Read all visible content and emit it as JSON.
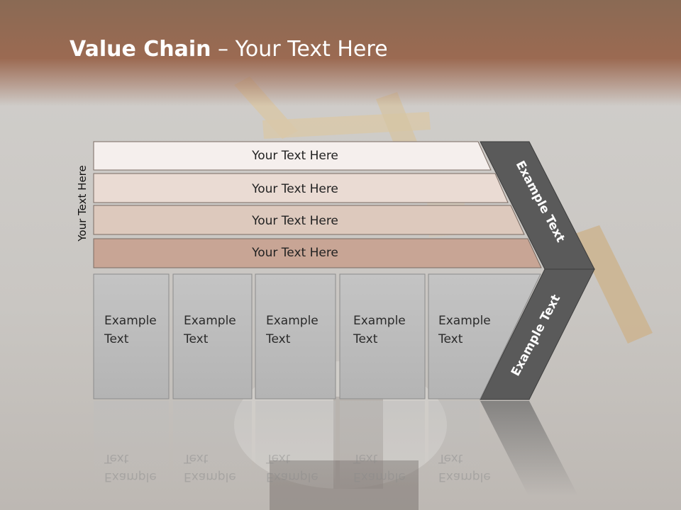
{
  "slide": {
    "title_bold": "Value Chain",
    "title_rest": " – Your Text Here",
    "side_label": "Your Text Here",
    "bands": [
      {
        "label": "Your Text Here"
      },
      {
        "label": "Your Text Here"
      },
      {
        "label": "Your Text Here"
      },
      {
        "label": "Your Text Here"
      }
    ],
    "boxes": [
      {
        "label": "Example\nText"
      },
      {
        "label": "Example\nText"
      },
      {
        "label": "Example\nText"
      },
      {
        "label": "Example\nText"
      },
      {
        "label": "Example\nText"
      }
    ],
    "chevron_upper": "Example Text",
    "chevron_lower": "Example Text"
  },
  "colors": {
    "header": "#9b6a52",
    "band_1": "#f5efed",
    "band_2": "#eadbd3",
    "band_3": "#ddc9bd",
    "band_4": "#c8a595",
    "box": "#bdbdbd",
    "chevron": "#5a5a5a"
  }
}
